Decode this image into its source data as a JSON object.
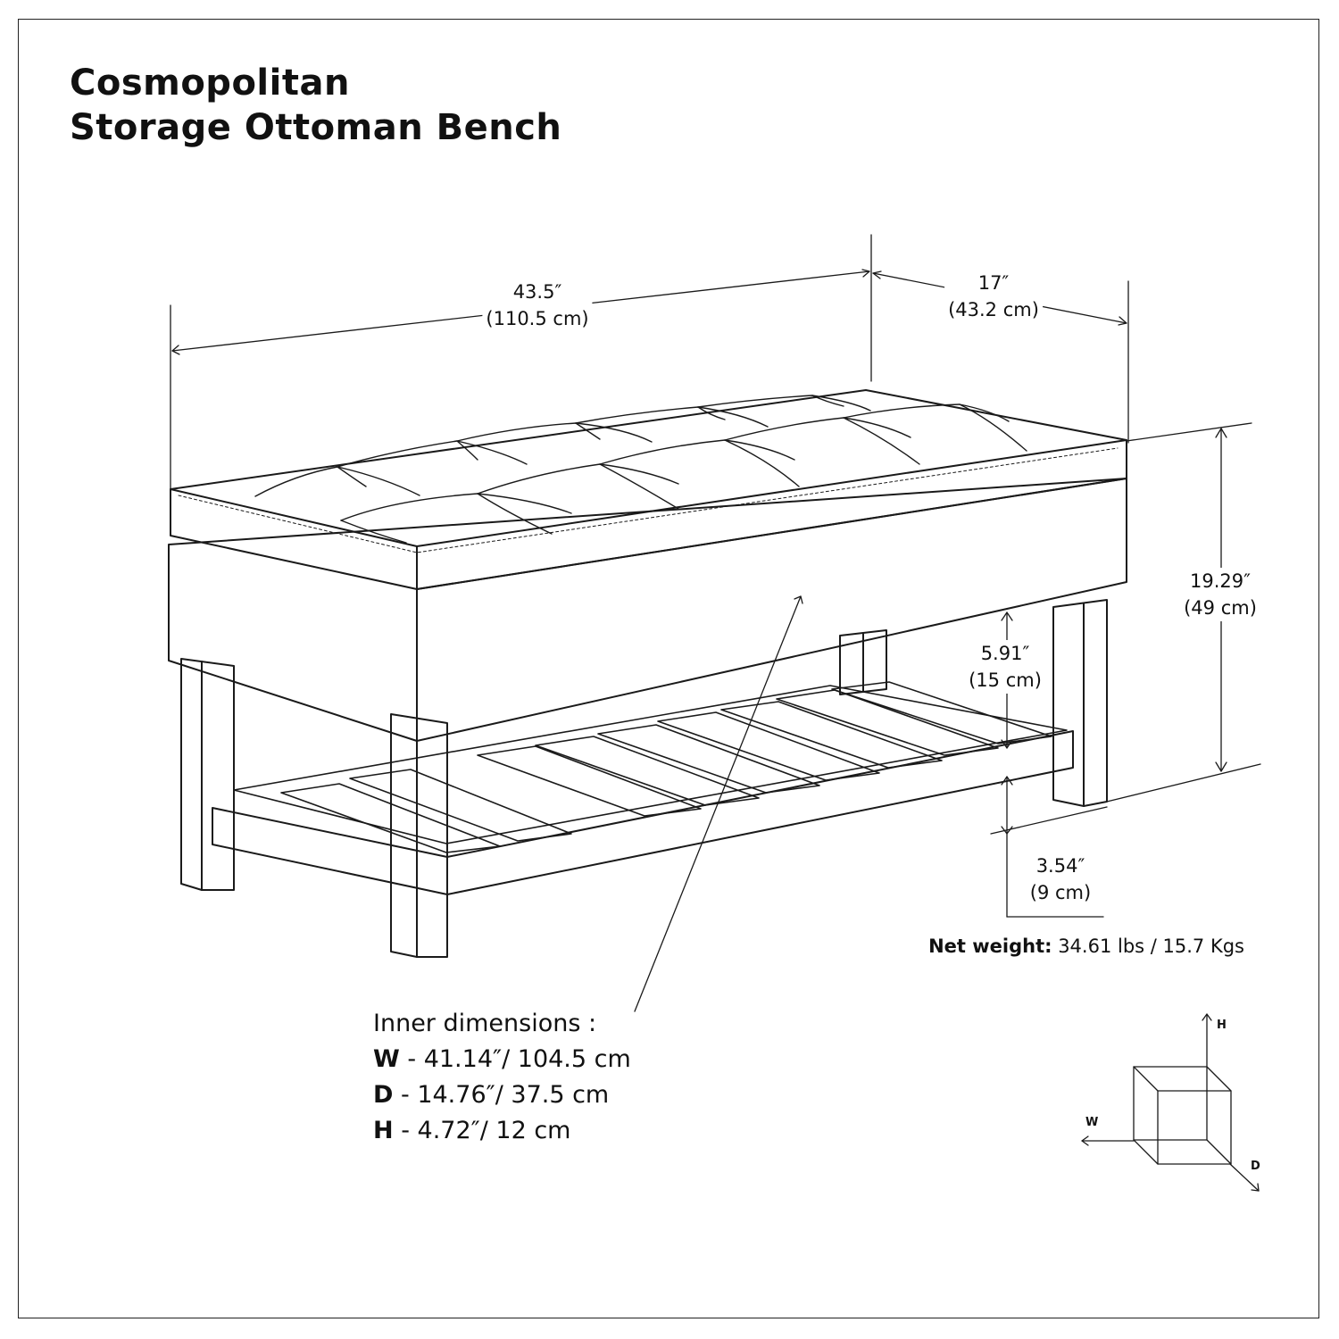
{
  "title": {
    "line1": "Cosmopolitan",
    "line2": "Storage Ottoman Bench"
  },
  "dimensions": {
    "width": {
      "imperial": "43.5″",
      "metric": "(110.5 cm)"
    },
    "depth": {
      "imperial": "17″",
      "metric": "(43.2 cm)"
    },
    "height": {
      "imperial": "19.29″",
      "metric": "(49 cm)"
    },
    "shelf_gap": {
      "imperial": "5.91″",
      "metric": "(15 cm)"
    },
    "shelf_clearance": {
      "imperial": "3.54″",
      "metric": "(9 cm)"
    }
  },
  "inner_dimensions": {
    "heading": "Inner dimensions :",
    "rows": [
      {
        "key": "W",
        "value": " - 41.14″/ 104.5 cm"
      },
      {
        "key": "D",
        "value": " - 14.76″/ 37.5 cm"
      },
      {
        "key": "H",
        "value": " - 4.72″/ 12 cm"
      }
    ]
  },
  "axis_labels": {
    "h": "H",
    "w": "W",
    "d": "D"
  },
  "net_weight": {
    "label": "Net weight:",
    "value": " 34.61 lbs / 15.7 Kgs"
  }
}
